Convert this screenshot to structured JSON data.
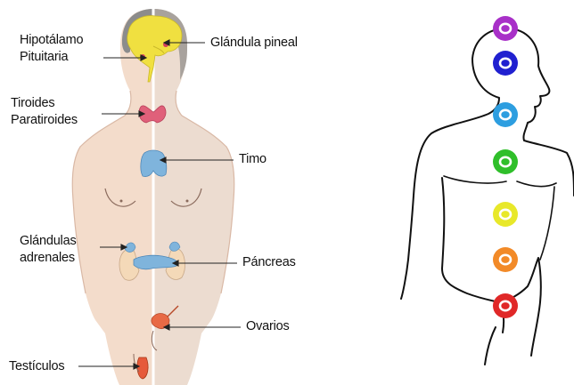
{
  "endocrine_diagram": {
    "labels": {
      "hypothalamus": "Hipotálamo",
      "pituitary": "Pituitaria",
      "pineal": "Glándula pineal",
      "thyroid": "Tiroides",
      "parathyroid": "Paratiroides",
      "thymus": "Timo",
      "adrenal_line1": "Glándulas",
      "adrenal_line2": "adrenales",
      "pancreas": "Páncreas",
      "ovaries": "Ovarios",
      "testicles": "Testículos"
    },
    "colors": {
      "skin_left": "#f3dccb",
      "skin_right": "#ecdcd0",
      "hair_left": "#8c8c8c",
      "hair_right": "#a8a29d",
      "brain": "#f0e040",
      "thyroid": "#e0607a",
      "gland_blue": "#7fb4dc",
      "adrenal": "#f4d9b8",
      "ovary": "#e86a45",
      "testis": "#e65a3a"
    }
  },
  "chakra_diagram": {
    "chakras": [
      {
        "name": "crown",
        "color": "#a830c8"
      },
      {
        "name": "third-eye",
        "color": "#2020d0"
      },
      {
        "name": "throat",
        "color": "#2d9ee0"
      },
      {
        "name": "heart",
        "color": "#2fbf2a"
      },
      {
        "name": "solar-plexus",
        "color": "#e8e82a"
      },
      {
        "name": "sacral",
        "color": "#f28a28"
      },
      {
        "name": "root",
        "color": "#e02828"
      }
    ]
  }
}
